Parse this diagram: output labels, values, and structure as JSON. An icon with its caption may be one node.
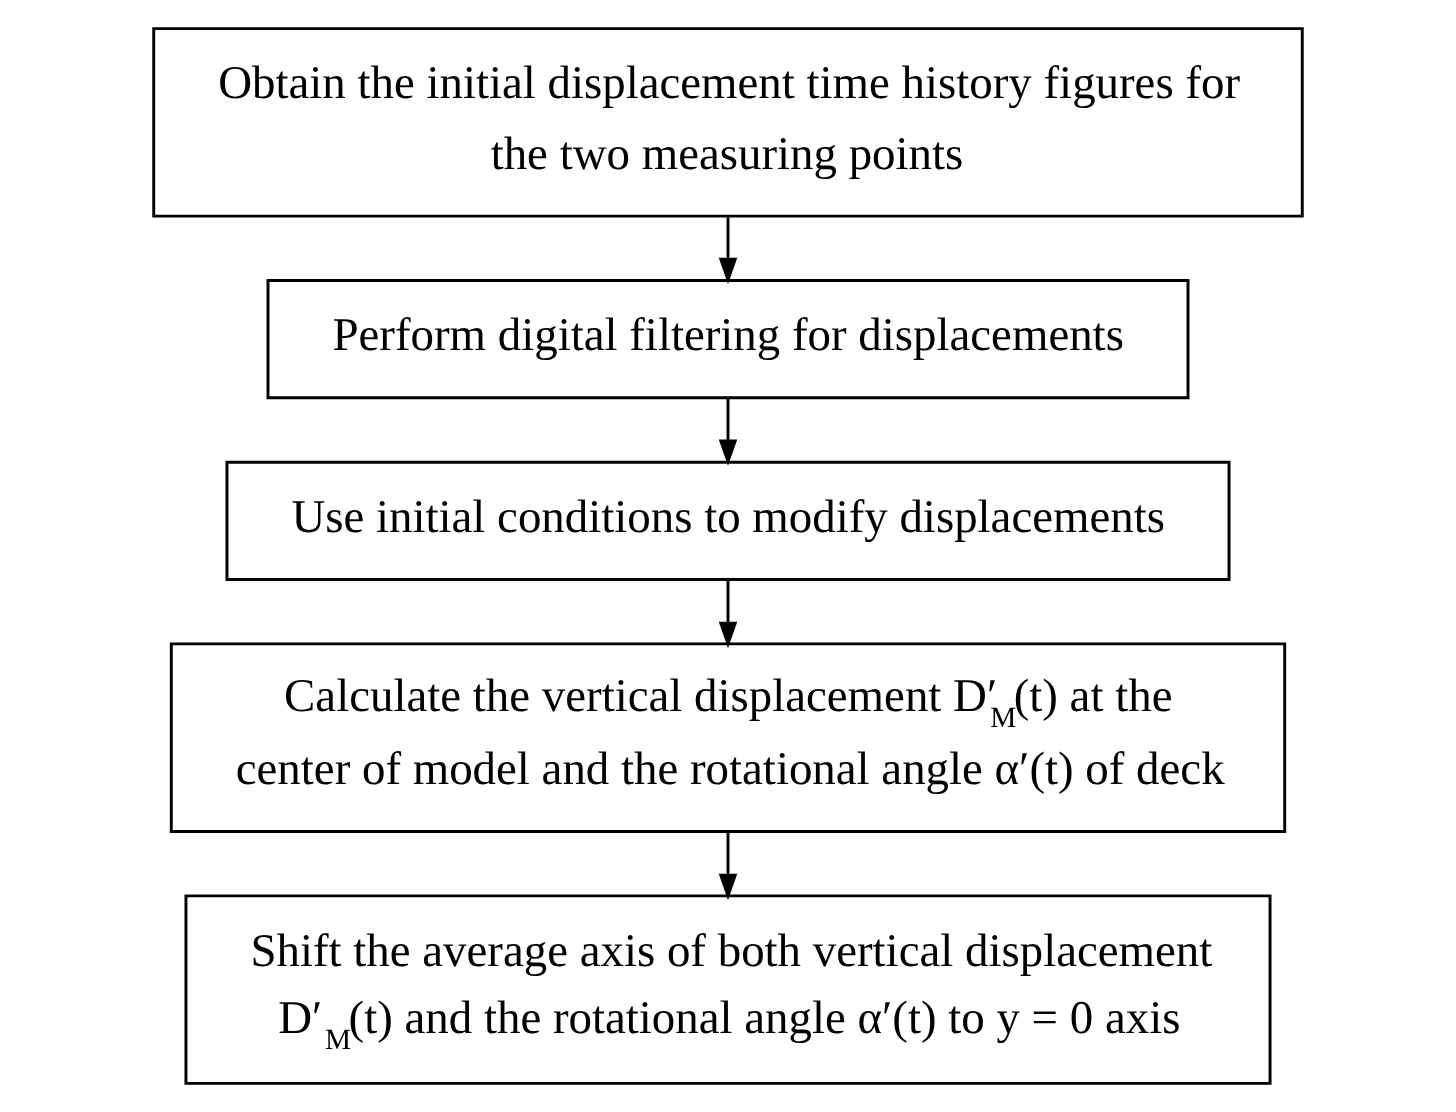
{
  "diagram": {
    "nodes": [
      {
        "text": [
          "Obtain the initial displacement time history figures for the two measuring points"
        ]
      },
      {
        "text": [
          "Perform digital filtering for displacements"
        ]
      },
      {
        "text": [
          "Use initial conditions to modify displacements"
        ]
      },
      {
        "text": [
          "Calculate the vertical displacement D′$_{M}$(t) at the center of model and the rotational angle α′(t) of deck"
        ]
      },
      {
        "text": [
          "Shift the average axis of both vertical displacement D′$_{M}$(t) and the rotational angle α′(t) to y = 0 axis"
        ]
      }
    ],
    "edges": [
      {
        "from": 0,
        "to": 1,
        "arrow": "to"
      },
      {
        "from": 1,
        "to": 2,
        "arrow": "to"
      },
      {
        "from": 2,
        "to": 3,
        "arrow": "to"
      },
      {
        "from": 3,
        "to": 4,
        "arrow": "to"
      }
    ]
  }
}
